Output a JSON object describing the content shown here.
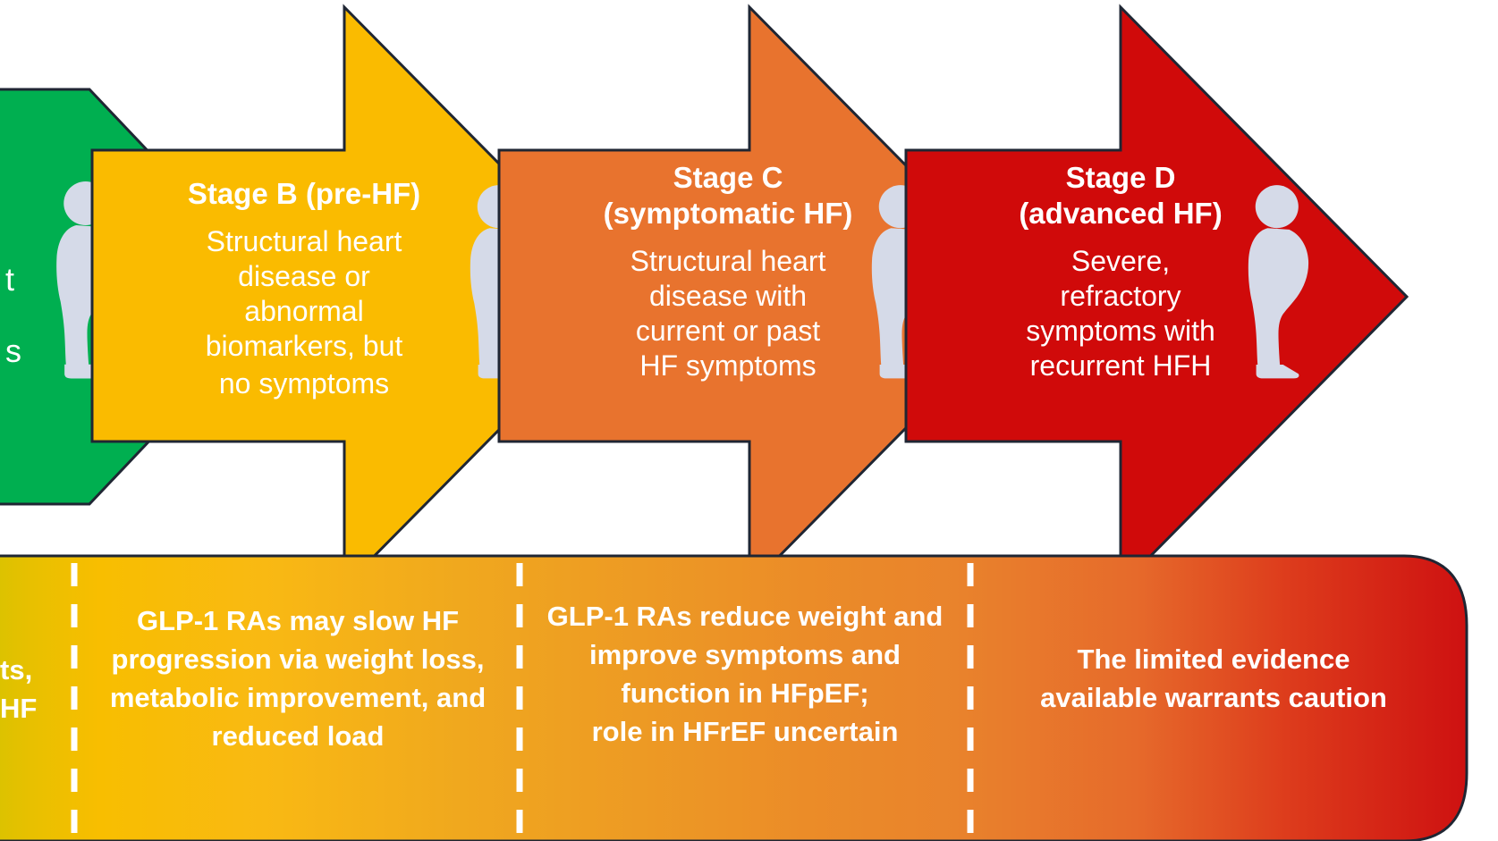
{
  "diagram": {
    "title": "Heart failure stages with GLP-1 RA considerations",
    "type": "stage-progression-arrows"
  },
  "colors": {
    "stage_a_green": "#00AF50",
    "stage_b_yellow": "#FABB00",
    "stage_c_orange": "#E8732E",
    "stage_d_red": "#D00A0A",
    "figure_fill": "#D5DAE8",
    "outline": "#1F2633",
    "text_white": "#FFFFFF",
    "banner_gradient_start": "#D8C400",
    "banner_gradient_mid": "#F0A022",
    "banner_gradient_end": "#CE1111"
  },
  "stages": [
    {
      "id": "stage-a",
      "title": "",
      "subtitle": "",
      "clipped": true,
      "body_lines": [
        "t",
        "s"
      ],
      "color": "#00AF50",
      "figure": "obese-person-icon"
    },
    {
      "id": "stage-b",
      "title": "Stage B  (pre-HF)",
      "subtitle": "",
      "clipped": false,
      "body_lines": [
        "Structural heart",
        "disease or",
        "abnormal",
        "biomarkers, but",
        "no symptoms"
      ],
      "color": "#FABB00",
      "figure": "obese-person-icon"
    },
    {
      "id": "stage-c",
      "title": "Stage C",
      "subtitle": "(symptomatic HF)",
      "clipped": false,
      "body_lines": [
        "Structural heart",
        "disease with",
        "current or past",
        "HF symptoms"
      ],
      "color": "#E8732E",
      "figure": "obese-person-icon"
    },
    {
      "id": "stage-d",
      "title": "Stage D",
      "subtitle": "(advanced HF)",
      "clipped": false,
      "body_lines": [
        "Severe,",
        "refractory",
        "symptoms with",
        "recurrent HFH"
      ],
      "color": "#D00A0A",
      "figure": "obese-person-icon"
    }
  ],
  "banner": {
    "segments": [
      {
        "id": "banner-segment-a",
        "clipped": true,
        "lines": [
          "ts,",
          "HF"
        ]
      },
      {
        "id": "banner-segment-b",
        "clipped": false,
        "lines": [
          "GLP-1 RAs may slow HF",
          "progression via weight loss,",
          "metabolic improvement, and",
          "reduced load"
        ]
      },
      {
        "id": "banner-segment-c",
        "clipped": false,
        "lines": [
          "GLP-1 RAs reduce weight and",
          "improve symptoms and",
          "function in HFpEF;",
          "role in HFrEF uncertain"
        ]
      },
      {
        "id": "banner-segment-d",
        "clipped": false,
        "lines": [
          "The limited evidence",
          "available warrants caution"
        ]
      }
    ]
  }
}
